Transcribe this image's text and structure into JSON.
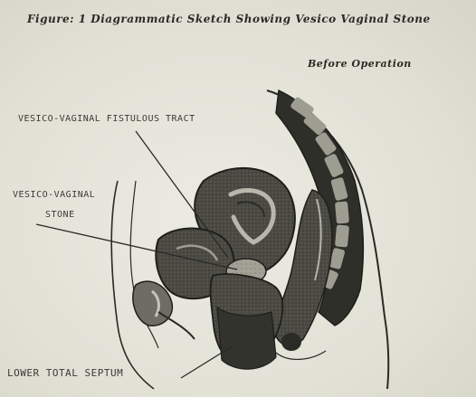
{
  "title": "Figure: 1   Diagrammatic Sketch Showing Vesico Vaginal Stone",
  "subtitle": "Before Operation",
  "labels": {
    "fistulous_tract": "VESICO-VAGINAL FISTULOUS TRACT",
    "vesico_vaginal_line1": "VESICO-VAGINAL",
    "vesico_vaginal_line2": "STONE",
    "lower_septum": "LOWER TOTAL SEPTUM"
  },
  "colors": {
    "paper": "#e7e6dc",
    "ink": "#2a2a26",
    "organ_dark": "#3c3c36",
    "organ_mid": "#5a5a52",
    "organ_light": "#8a8a80"
  }
}
